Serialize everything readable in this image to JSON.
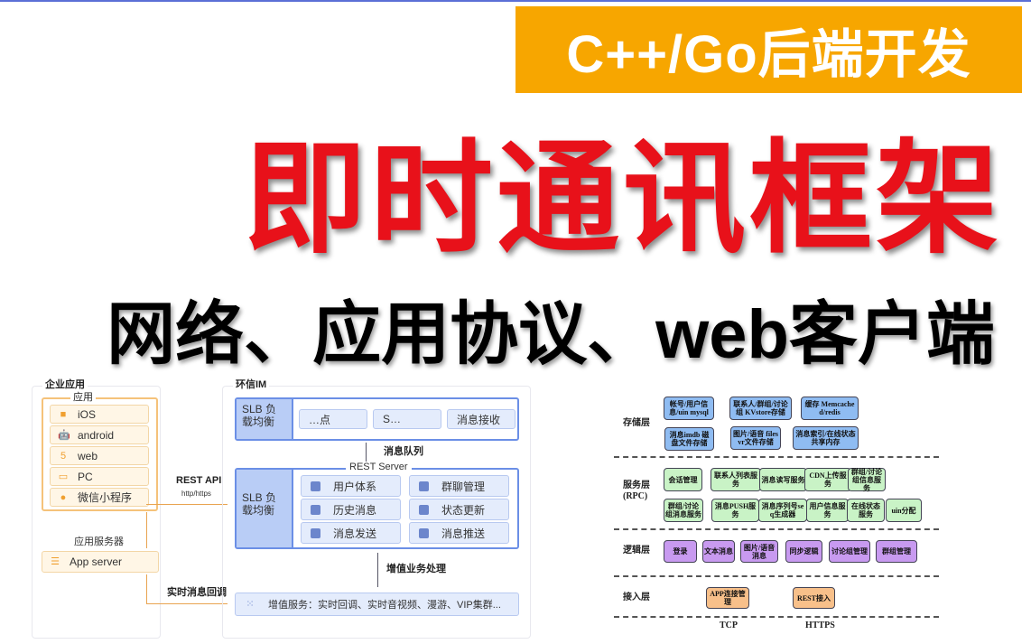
{
  "banner": "C++/Go后端开发",
  "title": "即时通讯框架",
  "subtitle": "网络、应用协议、web客户端",
  "left_diagram": {
    "enterprise_label": "企业应用",
    "app_label": "应用",
    "apps": [
      {
        "icon": "apple-icon",
        "label": "iOS"
      },
      {
        "icon": "android-icon",
        "label": "android"
      },
      {
        "icon": "html5-icon",
        "label": "web"
      },
      {
        "icon": "laptop-icon",
        "label": "PC"
      },
      {
        "icon": "wechat-icon",
        "label": "微信小程序"
      }
    ],
    "app_server_label": "应用服务器",
    "app_server": "App server",
    "rest_api": "REST API",
    "http": "http/https",
    "callback": "实时消息回调",
    "im_label": "环信IM",
    "top_slb": "SLB 负载均衡",
    "top_items": [
      "…点",
      "S…",
      "消息接收"
    ],
    "mq": "消息队列",
    "rest_server": "REST Server",
    "rest_slb": "SLB 负载均衡",
    "rest_items": [
      "用户体系",
      "群聊管理",
      "历史消息",
      "状态更新",
      "消息发送",
      "消息推送"
    ],
    "vas_label": "增值业务处理",
    "vas": "增值服务：实时回调、实时音视频、漫游、VIP集群..."
  },
  "right_diagram": {
    "layers": [
      "存储层",
      "服务层 (RPC)",
      "逻辑层",
      "接入层"
    ],
    "storage": [
      "帐号/用户信息/uin mysql",
      "联系人/群组/讨论组 KVstore存储",
      "缓存 Memcached/redis",
      "消息imdb 磁盘文件存储",
      "图片/语音 filesvr文件存储",
      "消息索引/在线状态 共享内存"
    ],
    "service": [
      "会话管理",
      "联系人列表服务",
      "消息读写服务",
      "CDN上传服务",
      "群组/讨论组信息服务",
      "群组/讨论组消息服务",
      "消息PUSH服务",
      "消息序列号seq生成器",
      "用户信息服务",
      "在线状态服务",
      "uin分配"
    ],
    "logic": [
      "登录",
      "文本消息",
      "图片/语音消息",
      "同步逻辑",
      "讨论组管理",
      "群组管理"
    ],
    "access": [
      "APP连接管理",
      "REST接入"
    ],
    "protocols": [
      "TCP",
      "HTTPS"
    ]
  },
  "colors": {
    "banner": "#f7a600",
    "title": "#e8111a",
    "storage": "#8fbcf2",
    "service": "#c9f3c6",
    "logic": "#c89af0",
    "access": "#f8c08a"
  }
}
